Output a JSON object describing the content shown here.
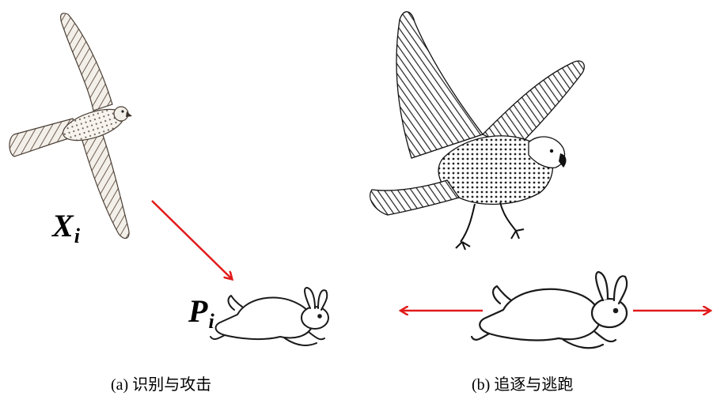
{
  "panel_a": {
    "hawk_label": {
      "main": "X",
      "sub": "i"
    },
    "prey_label": {
      "main": "P",
      "sub": "i"
    },
    "caption": "(a) 识别与攻击"
  },
  "panel_b": {
    "caption": "(b) 追逐与逃跑"
  },
  "colors": {
    "arrow": "#e21b1b",
    "ink": "#1a1a1a"
  }
}
